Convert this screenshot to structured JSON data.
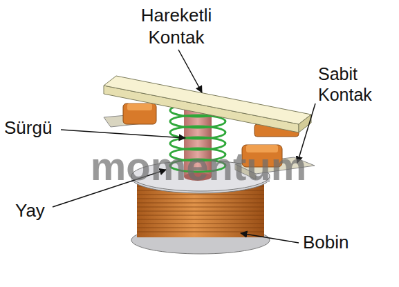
{
  "diagram": {
    "labels": [
      "Hareketli Kontak",
      "Sabit Kontak",
      "Sürgü",
      "Yay",
      "Bobin",
      "momentum"
    ]
  }
}
